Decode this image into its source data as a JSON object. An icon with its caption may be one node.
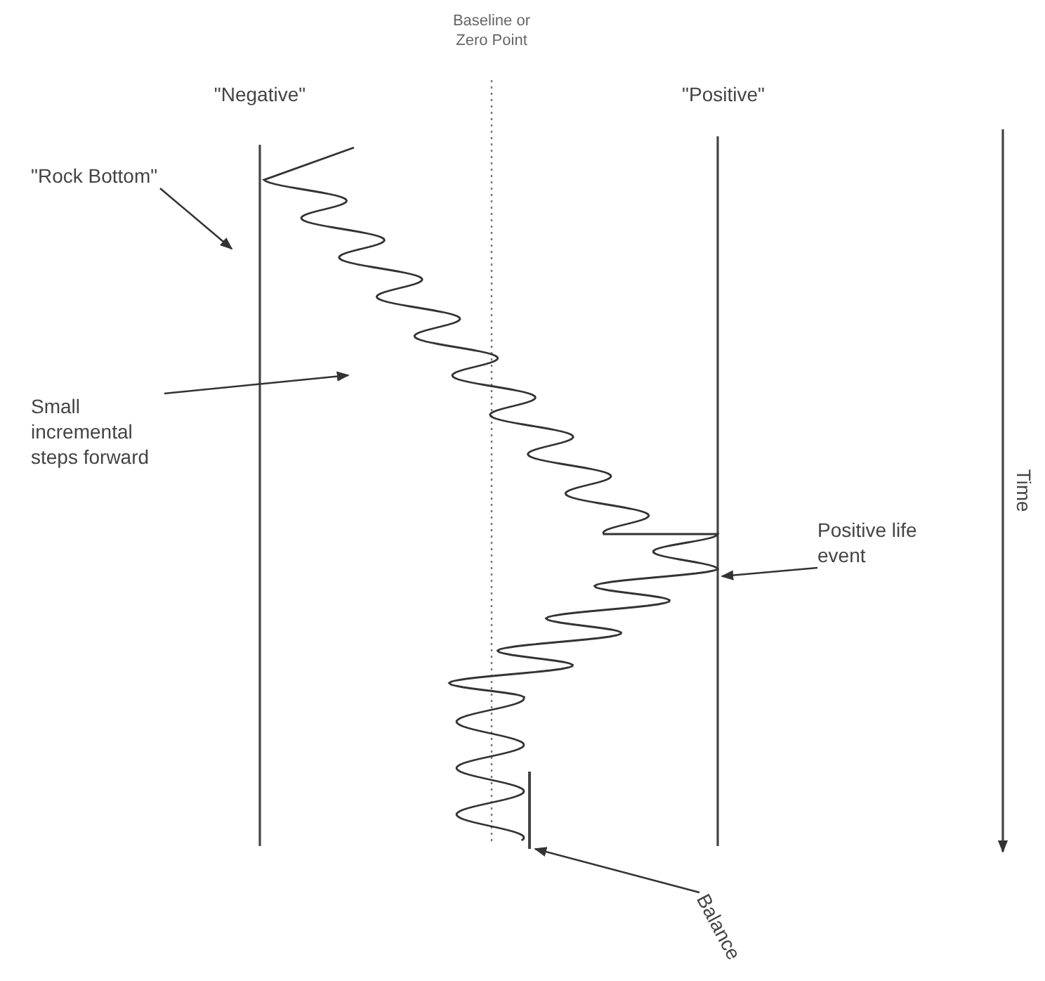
{
  "diagram": {
    "nodes": [
      {
        "text": [
          "\"Rock Bottom\""
        ]
      },
      {
        "text": [
          "Small incremental steps forward"
        ]
      },
      {
        "text": [
          "Positive life event"
        ]
      },
      {
        "text": [],
        "shape": "bar"
      },
      {
        "text": [
          "Balance"
        ]
      }
    ],
    "edges": [
      {
        "from": 0,
        "to": null,
        "arrow": "to"
      },
      {
        "from": 1,
        "to": null,
        "arrow": "to"
      },
      {
        "from": 2,
        "to": null,
        "arrow": "to"
      },
      {
        "from": 4,
        "to": 3,
        "arrow": "to"
      }
    ],
    "labels": [
      "Baseline or Zero Point",
      "\"Negative\"",
      "\"Positive\"",
      "Time"
    ]
  }
}
